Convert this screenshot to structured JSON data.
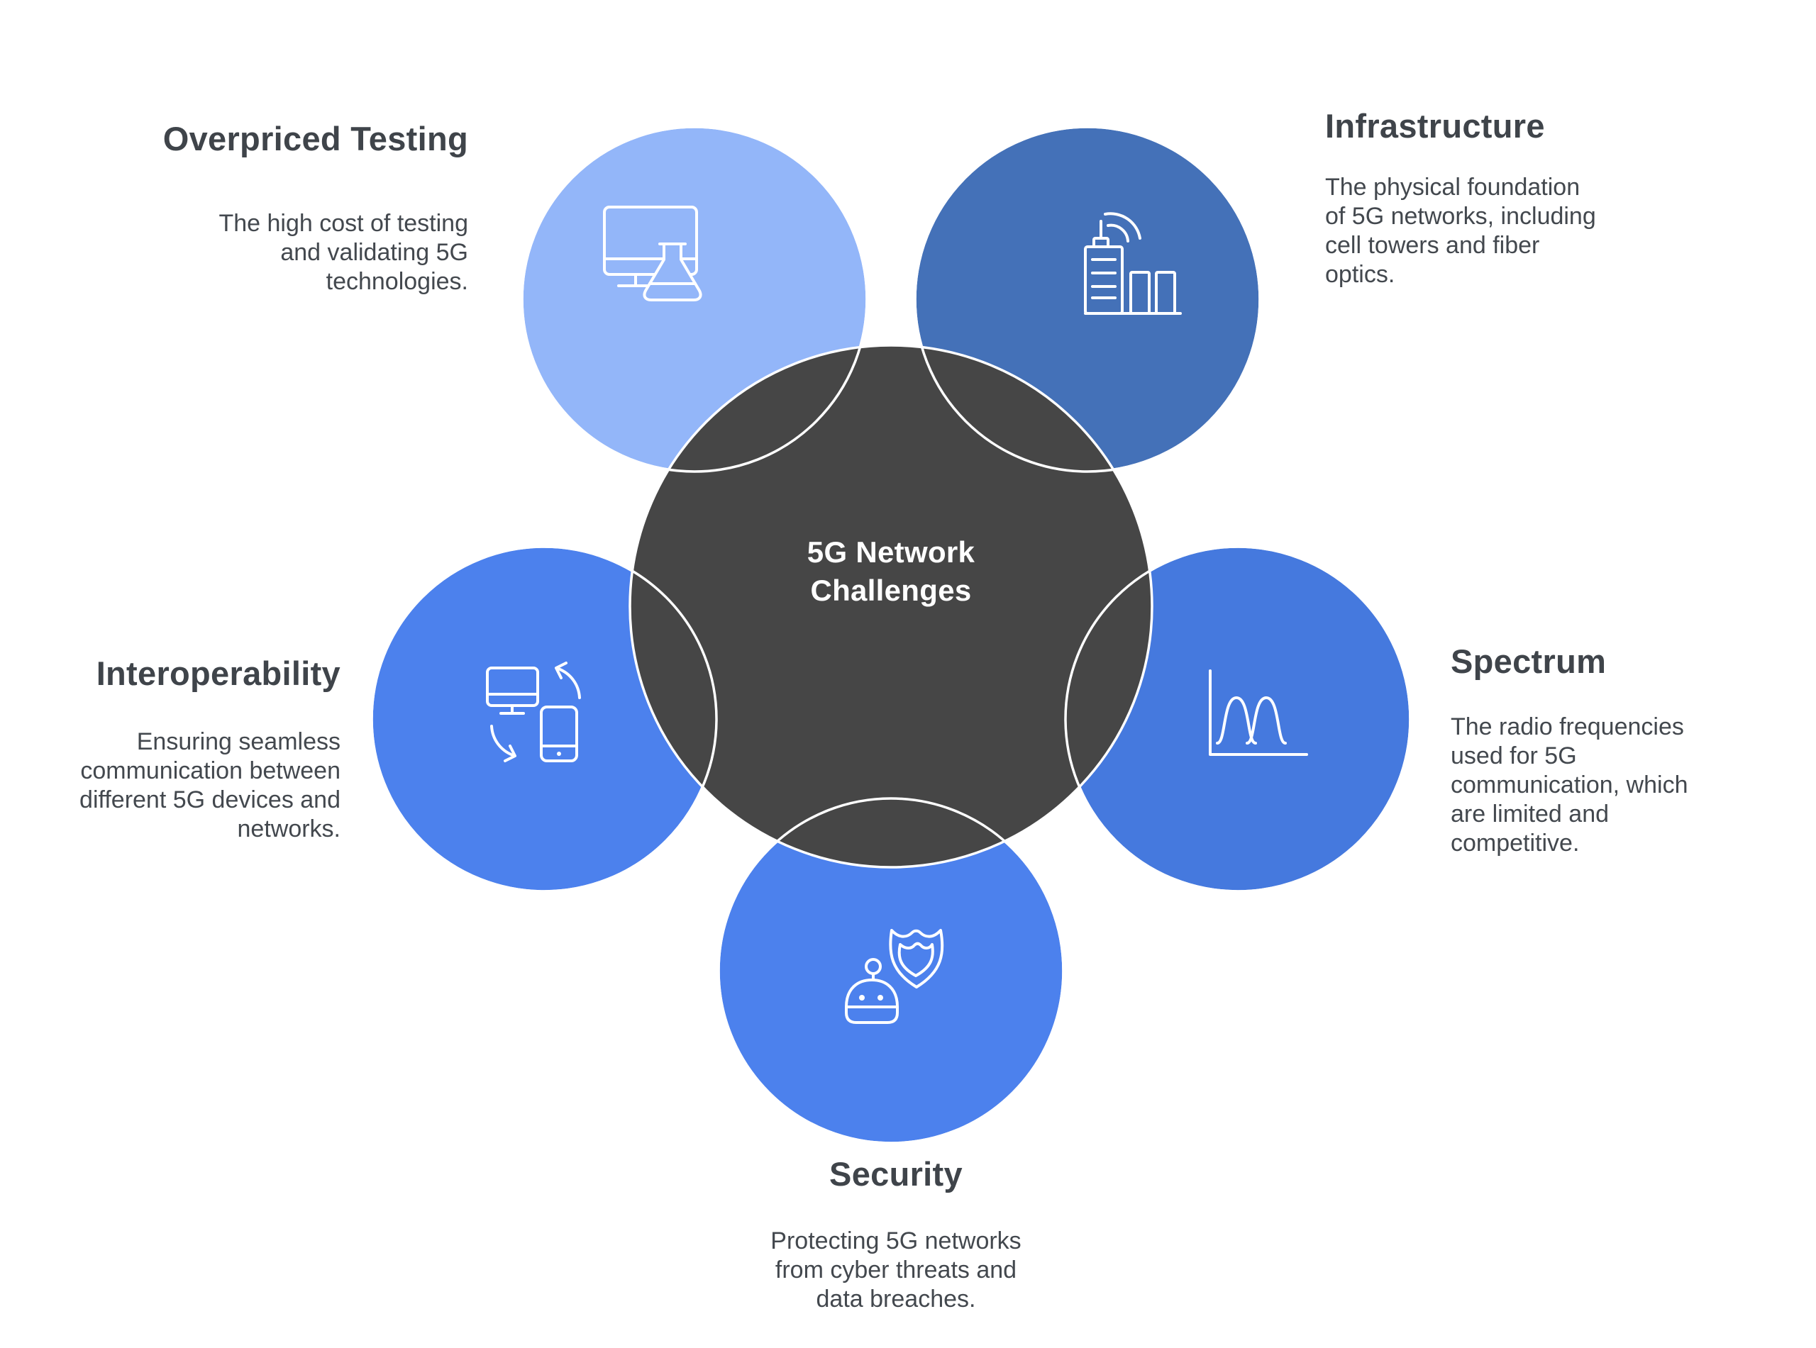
{
  "center": {
    "title": "5G Network\nChallenges",
    "circle_color": "#464646",
    "title_color": "#ffffff"
  },
  "stroke_color": "#ffffff",
  "text_color": "#3f444a",
  "nodes": {
    "overpriced_testing": {
      "label": "Overpriced Testing",
      "description": "The high cost of testing\nand validating 5G\ntechnologies.",
      "circle_color": "#93b6f9",
      "icon": "monitor-flask-icon"
    },
    "infrastructure": {
      "label": "Infrastructure",
      "description": "The physical foundation\nof 5G networks, including\ncell towers and fiber\noptics.",
      "circle_color": "#4471b8",
      "icon": "cell-tower-chart-icon"
    },
    "spectrum": {
      "label": "Spectrum",
      "description": "The radio frequencies\nused for 5G\ncommunication, which\nare limited and\ncompetitive.",
      "circle_color": "#4579de",
      "icon": "frequency-spectrum-icon"
    },
    "security": {
      "label": "Security",
      "description": "Protecting 5G networks\nfrom cyber threats and\ndata breaches.",
      "circle_color": "#4c81ed",
      "icon": "robot-shield-icon"
    },
    "interoperability": {
      "label": "Interoperability",
      "description": "Ensuring seamless\ncommunication between\ndifferent 5G devices and\nnetworks.",
      "circle_color": "#4c81ed",
      "icon": "device-sync-icon"
    }
  }
}
